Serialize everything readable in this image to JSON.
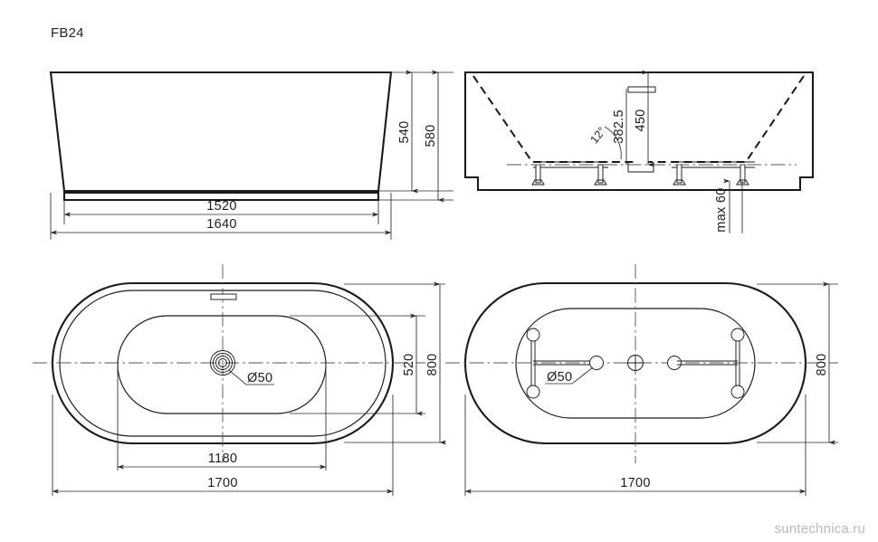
{
  "drawing": {
    "title": "FB24",
    "watermark": "suntechnica.ru",
    "line_color": "#1a1a1a",
    "center_line_color": "#555555",
    "background": "#ffffff"
  },
  "views": {
    "front_elevation": {
      "name": "front-elevation",
      "dimensions": {
        "body_height": "540",
        "total_height": "580",
        "base_width": "1520",
        "rim_width": "1640"
      }
    },
    "side_elevation": {
      "name": "side-elevation",
      "dimensions": {
        "overflow_height": "382.5",
        "inner_depth": "450",
        "wall_angle": "12°",
        "foot_adjust": "max 60"
      }
    },
    "top_plan": {
      "name": "top-plan-view",
      "dimensions": {
        "inner_length": "1180",
        "overall_length": "1700",
        "inner_width": "520",
        "overall_width": "800",
        "drain_diameter": "Ø50"
      }
    },
    "bottom_plan": {
      "name": "bottom-plan-view",
      "dimensions": {
        "overall_length": "1700",
        "overall_width": "800",
        "drain_diameter": "Ø50"
      }
    }
  }
}
